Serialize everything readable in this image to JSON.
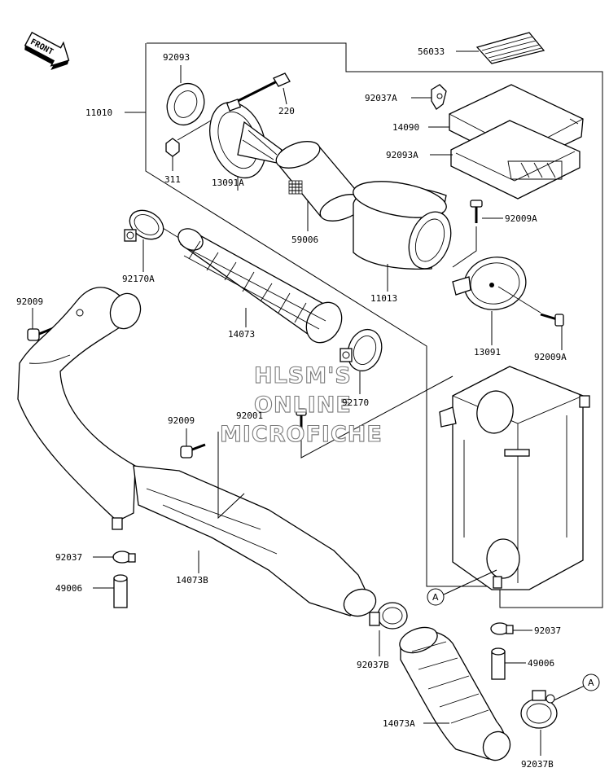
{
  "front_badge": "FRONT",
  "watermark": [
    "HLSM'S",
    "ONLINE",
    "MICROFICHE"
  ],
  "ref_marks": {
    "a1": "A",
    "a2": "A"
  },
  "labels": {
    "p56033": "56033",
    "p92093": "92093",
    "p11010": "11010",
    "p220": "220",
    "p311": "311",
    "p13091A": "13091A",
    "p59006": "59006",
    "p92037A": "92037A",
    "p14090": "14090",
    "p92093A": "92093A",
    "p92009A_top": "92009A",
    "p92170A": "92170A",
    "p11013": "11013",
    "p92009_left": "92009",
    "p14073": "14073",
    "p13091": "13091",
    "p92009A_bottom": "92009A",
    "p92170": "92170",
    "p92001": "92001",
    "p92009_mid": "92009",
    "p92037_left": "92037",
    "p14073B": "14073B",
    "p49006_left": "49006",
    "p92037_right": "92037",
    "p92037B_left": "92037B",
    "p49006_right": "49006",
    "p14073A": "14073A",
    "p92037B_right": "92037B"
  }
}
